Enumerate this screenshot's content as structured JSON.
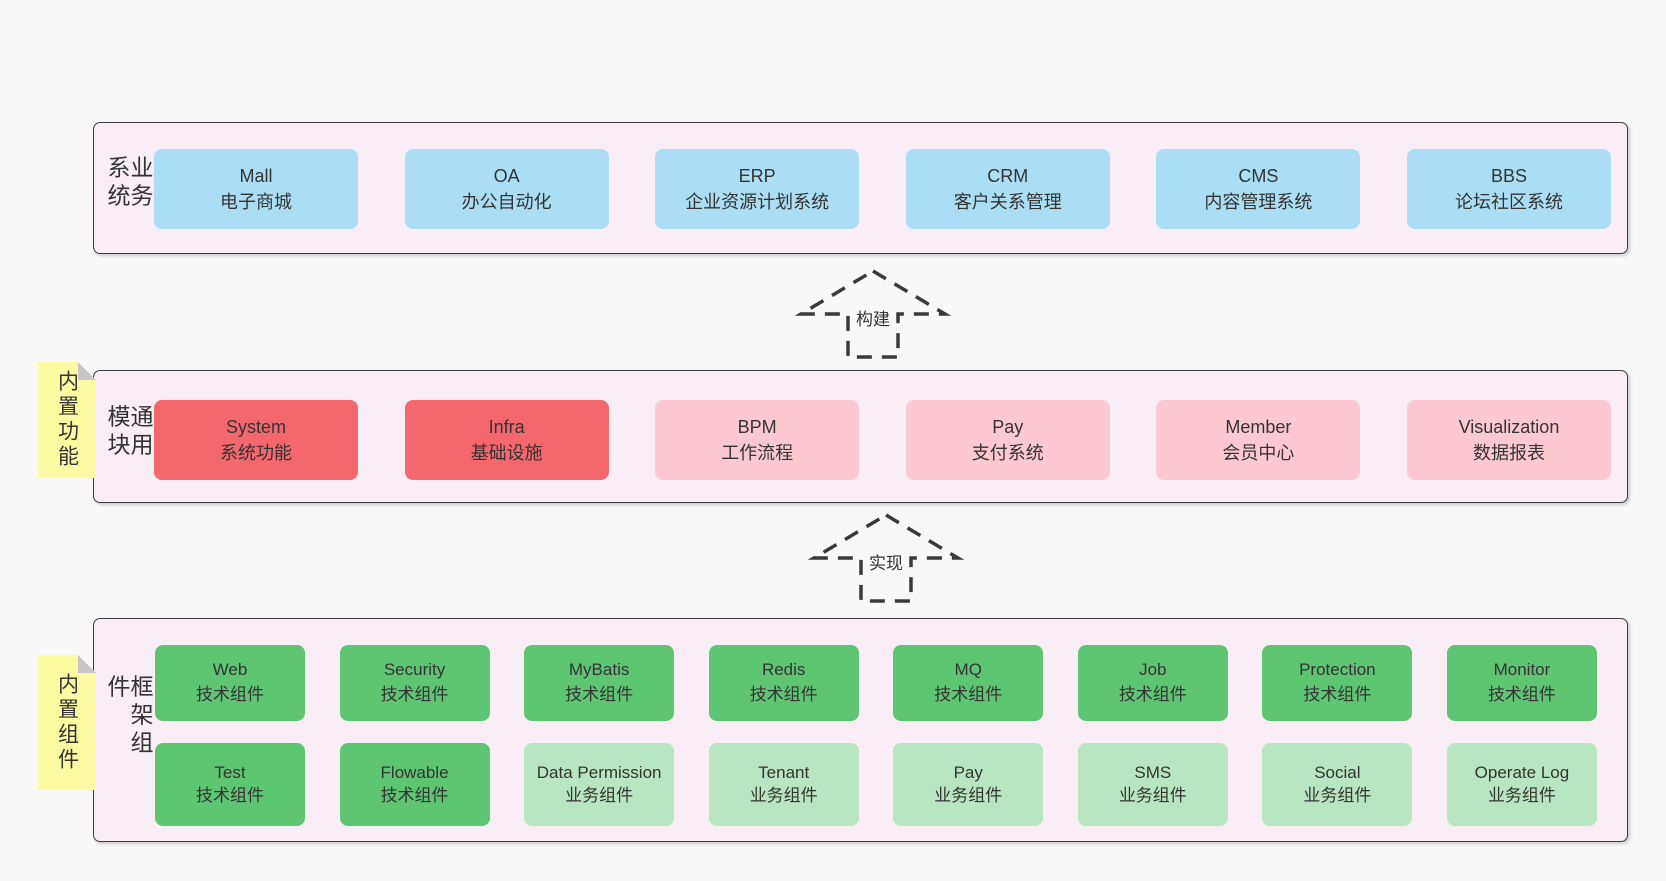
{
  "colors": {
    "page-bg": "#f8f8f8",
    "container-bg": "#f9eef6",
    "container-border": "#3b3b3b",
    "box-blue": "#abdef5",
    "box-red": "#f4686d",
    "box-pink": "#fcc9d2",
    "box-green": "#5ec573",
    "box-green-light": "#b8e6c1",
    "note-yellow": "#fbfba2",
    "note-fold": "#c6c6c6",
    "text": "#333333",
    "arrow": "#3a3a3a"
  },
  "layer1": {
    "side_label": "业务系统",
    "boxes": [
      {
        "title": "Mall",
        "subtitle": "电子商城",
        "variant": "blue"
      },
      {
        "title": "OA",
        "subtitle": "办公自动化",
        "variant": "blue"
      },
      {
        "title": "ERP",
        "subtitle": "企业资源计划系统",
        "variant": "blue"
      },
      {
        "title": "CRM",
        "subtitle": "客户关系管理",
        "variant": "blue"
      },
      {
        "title": "CMS",
        "subtitle": "内容管理系统",
        "variant": "blue"
      },
      {
        "title": "BBS",
        "subtitle": "论坛社区系统",
        "variant": "blue"
      }
    ]
  },
  "arrow1": {
    "label": "构建"
  },
  "layer2": {
    "side_label": "通用模块",
    "note": "内置功能",
    "boxes": [
      {
        "title": "System",
        "subtitle": "系统功能",
        "variant": "strong"
      },
      {
        "title": "Infra",
        "subtitle": "基础设施",
        "variant": "strong"
      },
      {
        "title": "BPM",
        "subtitle": "工作流程",
        "variant": "light"
      },
      {
        "title": "Pay",
        "subtitle": "支付系统",
        "variant": "light"
      },
      {
        "title": "Member",
        "subtitle": "会员中心",
        "variant": "light"
      },
      {
        "title": "Visualization",
        "subtitle": "数据报表",
        "variant": "light"
      }
    ]
  },
  "arrow2": {
    "label": "实现"
  },
  "layer3": {
    "side_label": "框架组件",
    "note": "内置组件",
    "row1": [
      {
        "title": "Web",
        "subtitle": "技术组件",
        "variant": "strong"
      },
      {
        "title": "Security",
        "subtitle": "技术组件",
        "variant": "strong"
      },
      {
        "title": "MyBatis",
        "subtitle": "技术组件",
        "variant": "strong"
      },
      {
        "title": "Redis",
        "subtitle": "技术组件",
        "variant": "strong"
      },
      {
        "title": "MQ",
        "subtitle": "技术组件",
        "variant": "strong"
      },
      {
        "title": "Job",
        "subtitle": "技术组件",
        "variant": "strong"
      },
      {
        "title": "Protection",
        "subtitle": "技术组件",
        "variant": "strong"
      },
      {
        "title": "Monitor",
        "subtitle": "技术组件",
        "variant": "strong"
      }
    ],
    "row2": [
      {
        "title": "Test",
        "subtitle": "技术组件",
        "variant": "strong"
      },
      {
        "title": "Flowable",
        "subtitle": "技术组件",
        "variant": "strong"
      },
      {
        "title": "Data Permission",
        "subtitle": "业务组件",
        "variant": "light"
      },
      {
        "title": "Tenant",
        "subtitle": "业务组件",
        "variant": "light"
      },
      {
        "title": "Pay",
        "subtitle": "业务组件",
        "variant": "light"
      },
      {
        "title": "SMS",
        "subtitle": "业务组件",
        "variant": "light"
      },
      {
        "title": "Social",
        "subtitle": "业务组件",
        "variant": "light"
      },
      {
        "title": "Operate Log",
        "subtitle": "业务组件",
        "variant": "light"
      }
    ]
  }
}
